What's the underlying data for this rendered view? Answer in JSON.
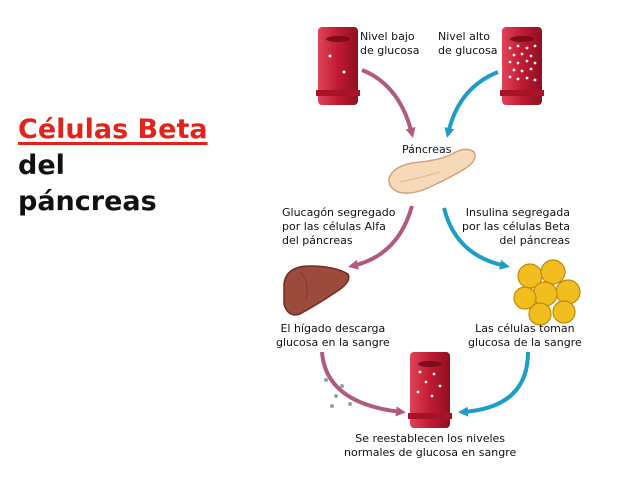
{
  "slide": {
    "title_line1": "Células Beta",
    "title_line2": "del",
    "title_line3": "páncreas"
  },
  "diagram": {
    "low_glucose": [
      "Nivel bajo",
      "de glucosa"
    ],
    "high_glucose": [
      "Nivel alto",
      "de glucosa"
    ],
    "pancreas": "Páncreas",
    "glucagon": [
      "Glucagón segregado",
      "por las células Alfa",
      "del páncreas"
    ],
    "insulin": [
      "Insulina segregada",
      "por las células Beta",
      "del páncreas"
    ],
    "liver": [
      "El hígado descarga",
      "glucosa en la sangre"
    ],
    "cells": [
      "Las células toman",
      "glucosa de la sangre"
    ],
    "restored": [
      "Se reestablecen los niveles",
      "normales de glucosa en sangre"
    ],
    "colors": {
      "title_red": "#e3231b",
      "vessel_red": "#c01a32",
      "glucagon_arrow": "#b05a80",
      "insulin_arrow": "#1e9dc8",
      "pancreas": "#f5d9b8",
      "liver": "#9c4a3c",
      "fat_cells": "#f2bd1e"
    }
  }
}
